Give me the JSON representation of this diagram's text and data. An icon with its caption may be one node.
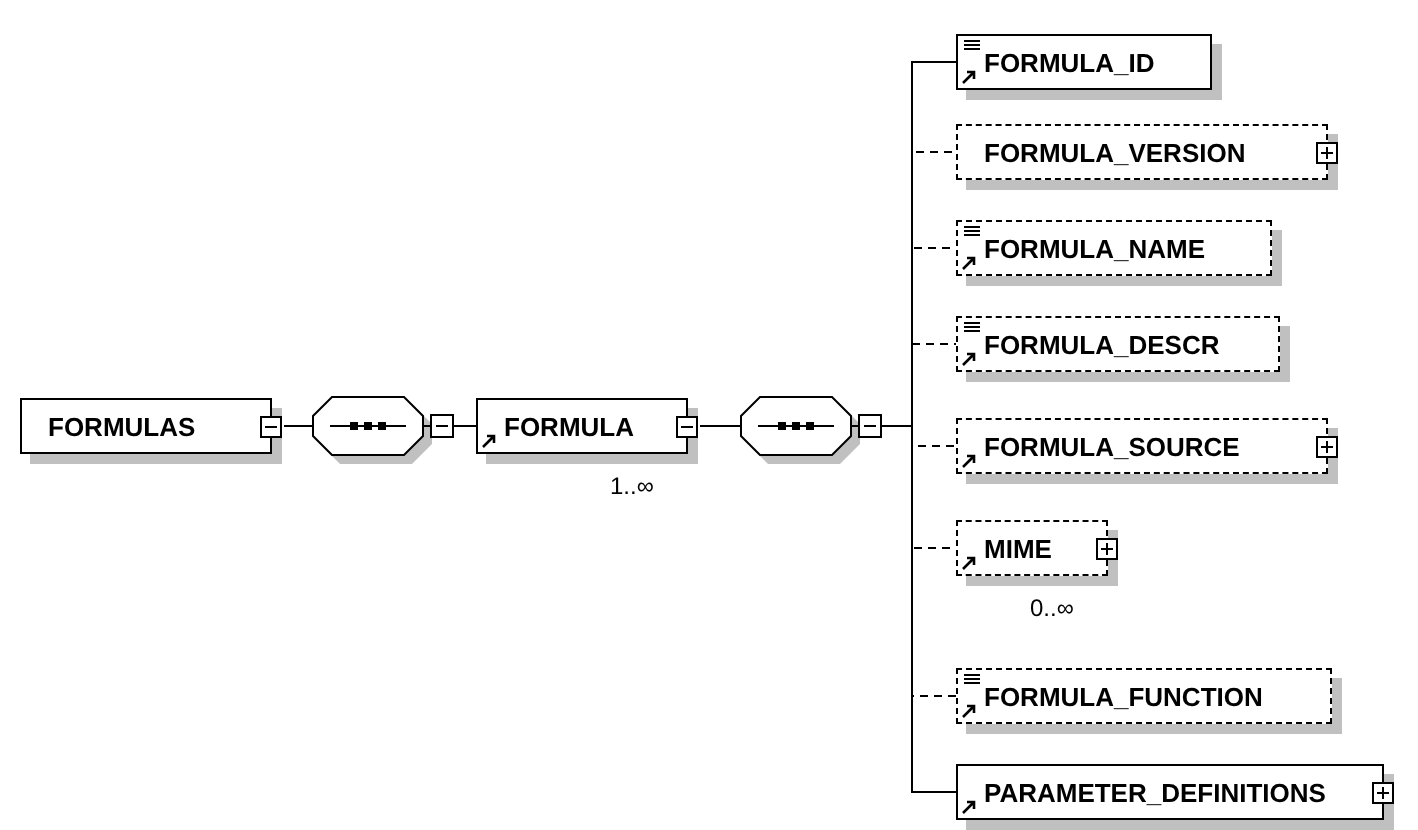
{
  "diagram": {
    "nodes": [
      {
        "text": [
          "FORMULAS"
        ]
      },
      {
        "text": [],
        "shape": "octagon"
      },
      {
        "text": [
          "FORMULA"
        ],
        "beside": [
          "1..∞"
        ]
      },
      {
        "text": [],
        "shape": "octagon"
      },
      {
        "text": [
          "FORMULA_ID"
        ]
      },
      {
        "text": [
          "FORMULA_VERSION"
        ]
      },
      {
        "text": [
          "FORMULA_NAME"
        ]
      },
      {
        "text": [
          "FORMULA_DESCR"
        ]
      },
      {
        "text": [
          "FORMULA_SOURCE"
        ]
      },
      {
        "text": [
          "MIME"
        ],
        "beside": [
          "0..∞"
        ]
      },
      {
        "text": [
          "FORMULA_FUNCTION"
        ]
      },
      {
        "text": [
          "PARAMETER_DEFINITIONS"
        ]
      }
    ],
    "edges": [
      {
        "from": 0,
        "to": 1,
        "arrow": "none"
      },
      {
        "from": 1,
        "to": 2,
        "arrow": "none"
      },
      {
        "from": 2,
        "to": 3,
        "arrow": "none"
      },
      {
        "from": 3,
        "to": 4,
        "arrow": "none"
      },
      {
        "from": 3,
        "to": 5,
        "arrow": "none",
        "style": "dashed"
      },
      {
        "from": 3,
        "to": 6,
        "arrow": "none",
        "style": "dashed"
      },
      {
        "from": 3,
        "to": 7,
        "arrow": "none",
        "style": "dashed"
      },
      {
        "from": 3,
        "to": 8,
        "arrow": "none",
        "style": "dashed"
      },
      {
        "from": 3,
        "to": 9,
        "arrow": "none",
        "style": "dashed"
      },
      {
        "from": 3,
        "to": 10,
        "arrow": "none",
        "style": "dashed"
      },
      {
        "from": 3,
        "to": 11,
        "arrow": "none"
      }
    ]
  }
}
